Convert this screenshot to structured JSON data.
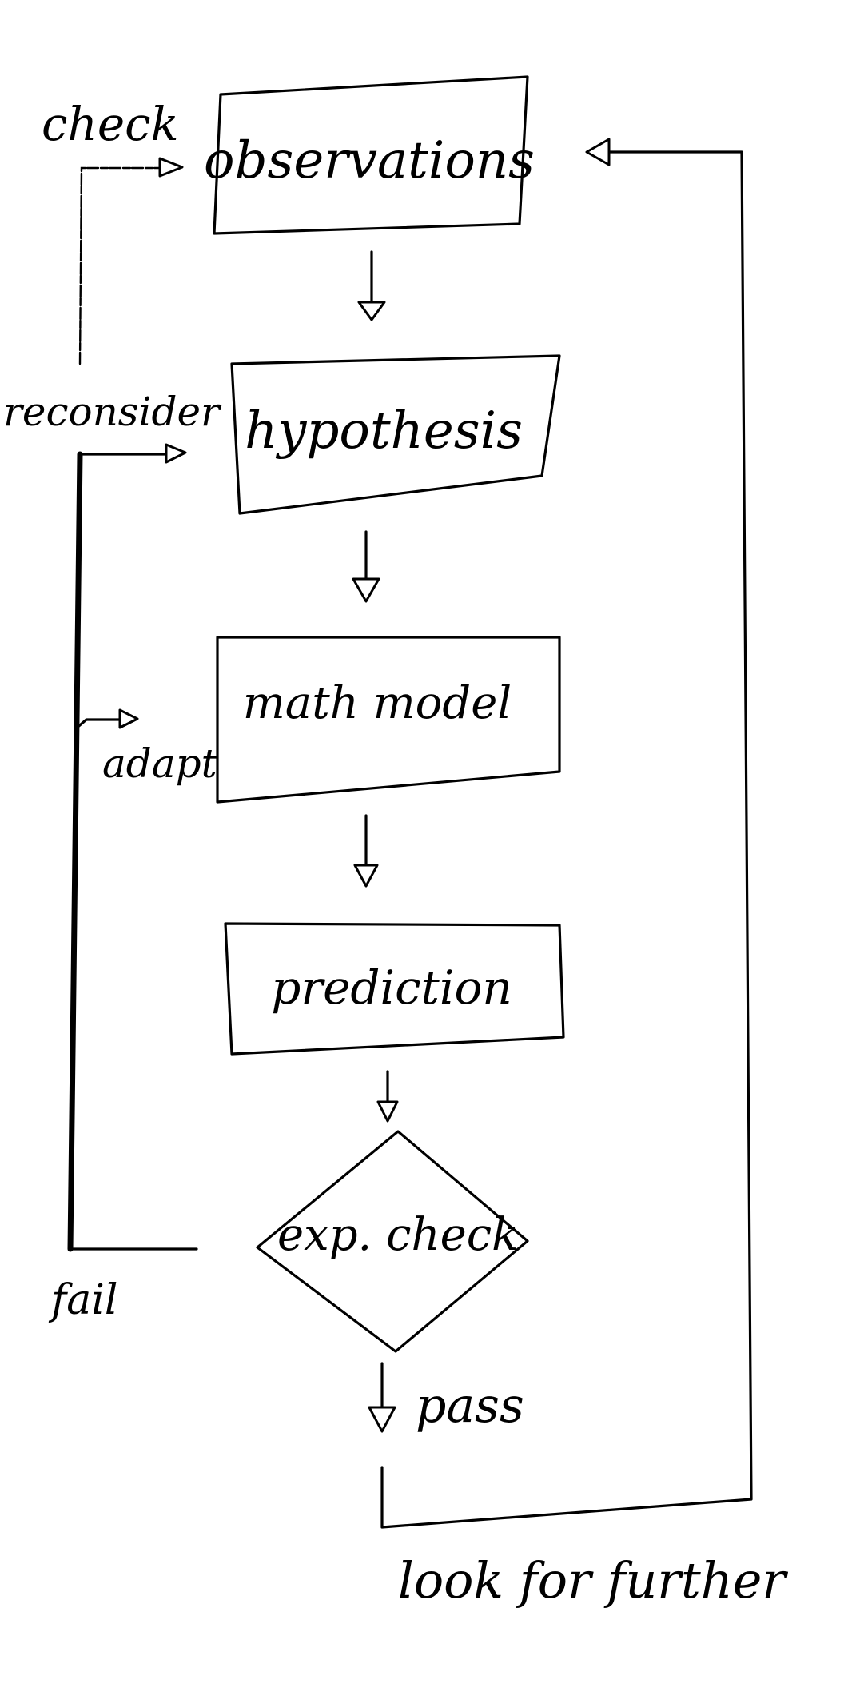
{
  "diagram": {
    "nodes": {
      "observations": "observations",
      "hypothesis": "hypothesis",
      "math_model": "math model",
      "prediction": "prediction",
      "exp_check": "exp. check"
    },
    "edge_labels": {
      "check": "check",
      "reconsider": "reconsider",
      "adapt": "adapt",
      "fail": "fail",
      "pass": "pass",
      "look_for_further": "look for further"
    }
  }
}
